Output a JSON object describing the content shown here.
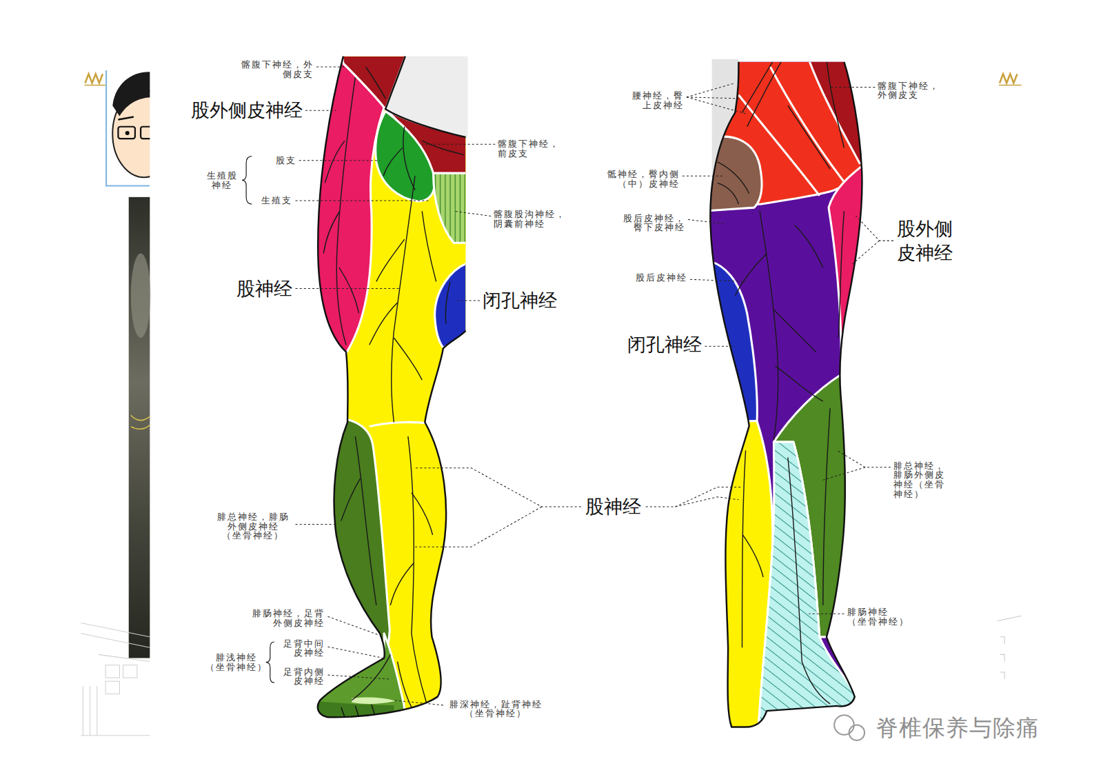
{
  "diagram": {
    "labels": [
      "髂腹下神经，外 侧皮支",
      "股外侧皮神经",
      "髂腹下神经， 前皮支",
      "股支",
      "生殖股 神经",
      "生殖支",
      "髂腹股沟神经， 阴囊前神经",
      "股神经",
      "闭孔神经",
      "腓总神经，腓肠 外侧皮神经 （坐骨神经）",
      "股神经",
      "腓肠神经，足背 外侧皮神经",
      "足背中间 皮神经",
      "足背内侧 皮神经",
      "腓浅神经 （坐骨神经）",
      "腓深神经，趾背神经 （坐骨神经）",
      "腰神经，臀 上皮神经",
      "髂腹下神经， 外侧皮支",
      "骶神经，臀内侧 （中）皮神经",
      "股后皮神经， 臀下皮神经",
      "股后皮神经",
      "股外侧 皮神经",
      "闭孔神经",
      "腓总神经， 腓肠外侧皮 神经（坐骨 神经）",
      "腓肠神经 （坐骨神经）",
      "脊椎保养与除痛"
    ]
  }
}
